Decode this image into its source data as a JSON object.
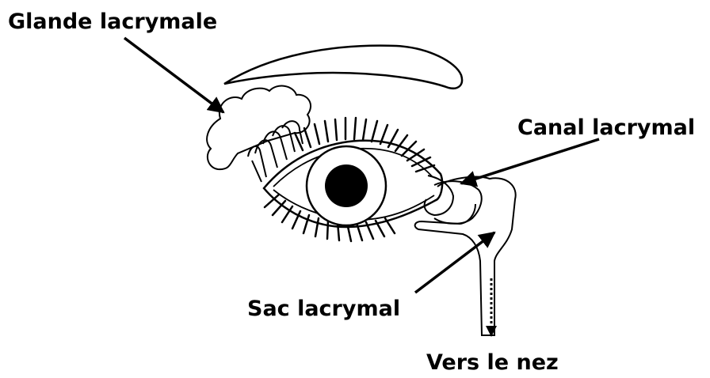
{
  "labels": {
    "gland": "Glande lacrymale",
    "canal": "Canal lacrymal",
    "sac": "Sac lacrymal",
    "nose": "Vers le nez"
  },
  "colors": {
    "ink": "#000000",
    "background": "#ffffff"
  }
}
